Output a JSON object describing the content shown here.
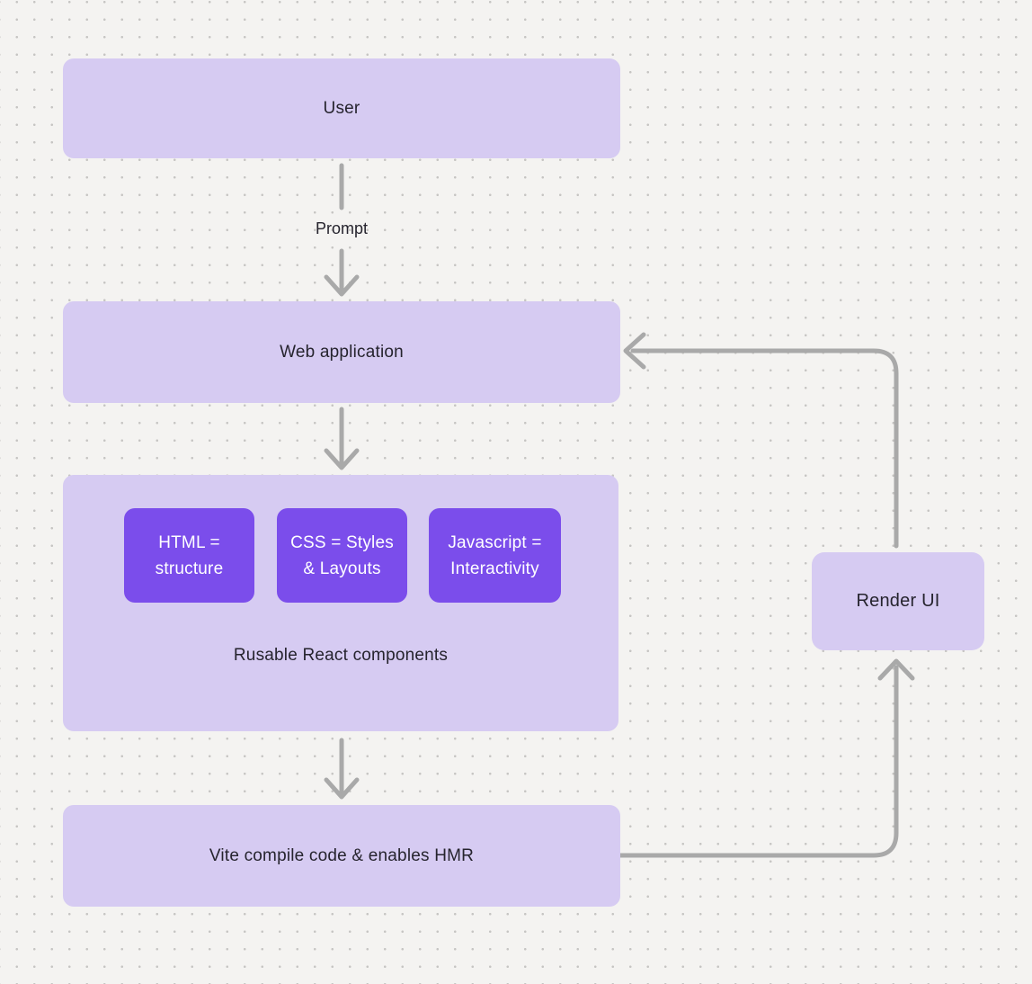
{
  "diagram": {
    "colors": {
      "canvas_bg": "#f4f3f1",
      "dot_color": "#c6c5c3",
      "node_fill": "#d6cbf2",
      "accent_fill": "#7b4deb",
      "line_color": "#a9a9a9",
      "text_color": "#26242e",
      "accent_text": "#ffffff"
    },
    "nodes": {
      "user": {
        "label": "User"
      },
      "web_application": {
        "label": "Web application"
      },
      "components": {
        "caption": "Rusable React components",
        "children": [
          {
            "line1": "HTML =",
            "line2": "structure"
          },
          {
            "line1": "CSS = Styles",
            "line2": "& Layouts"
          },
          {
            "line1": "Javascript =",
            "line2": "Interactivity"
          }
        ]
      },
      "vite": {
        "label": "Vite compile code & enables HMR"
      },
      "render_ui": {
        "label": "Render UI"
      }
    },
    "edges": {
      "prompt_label": "Prompt"
    }
  }
}
